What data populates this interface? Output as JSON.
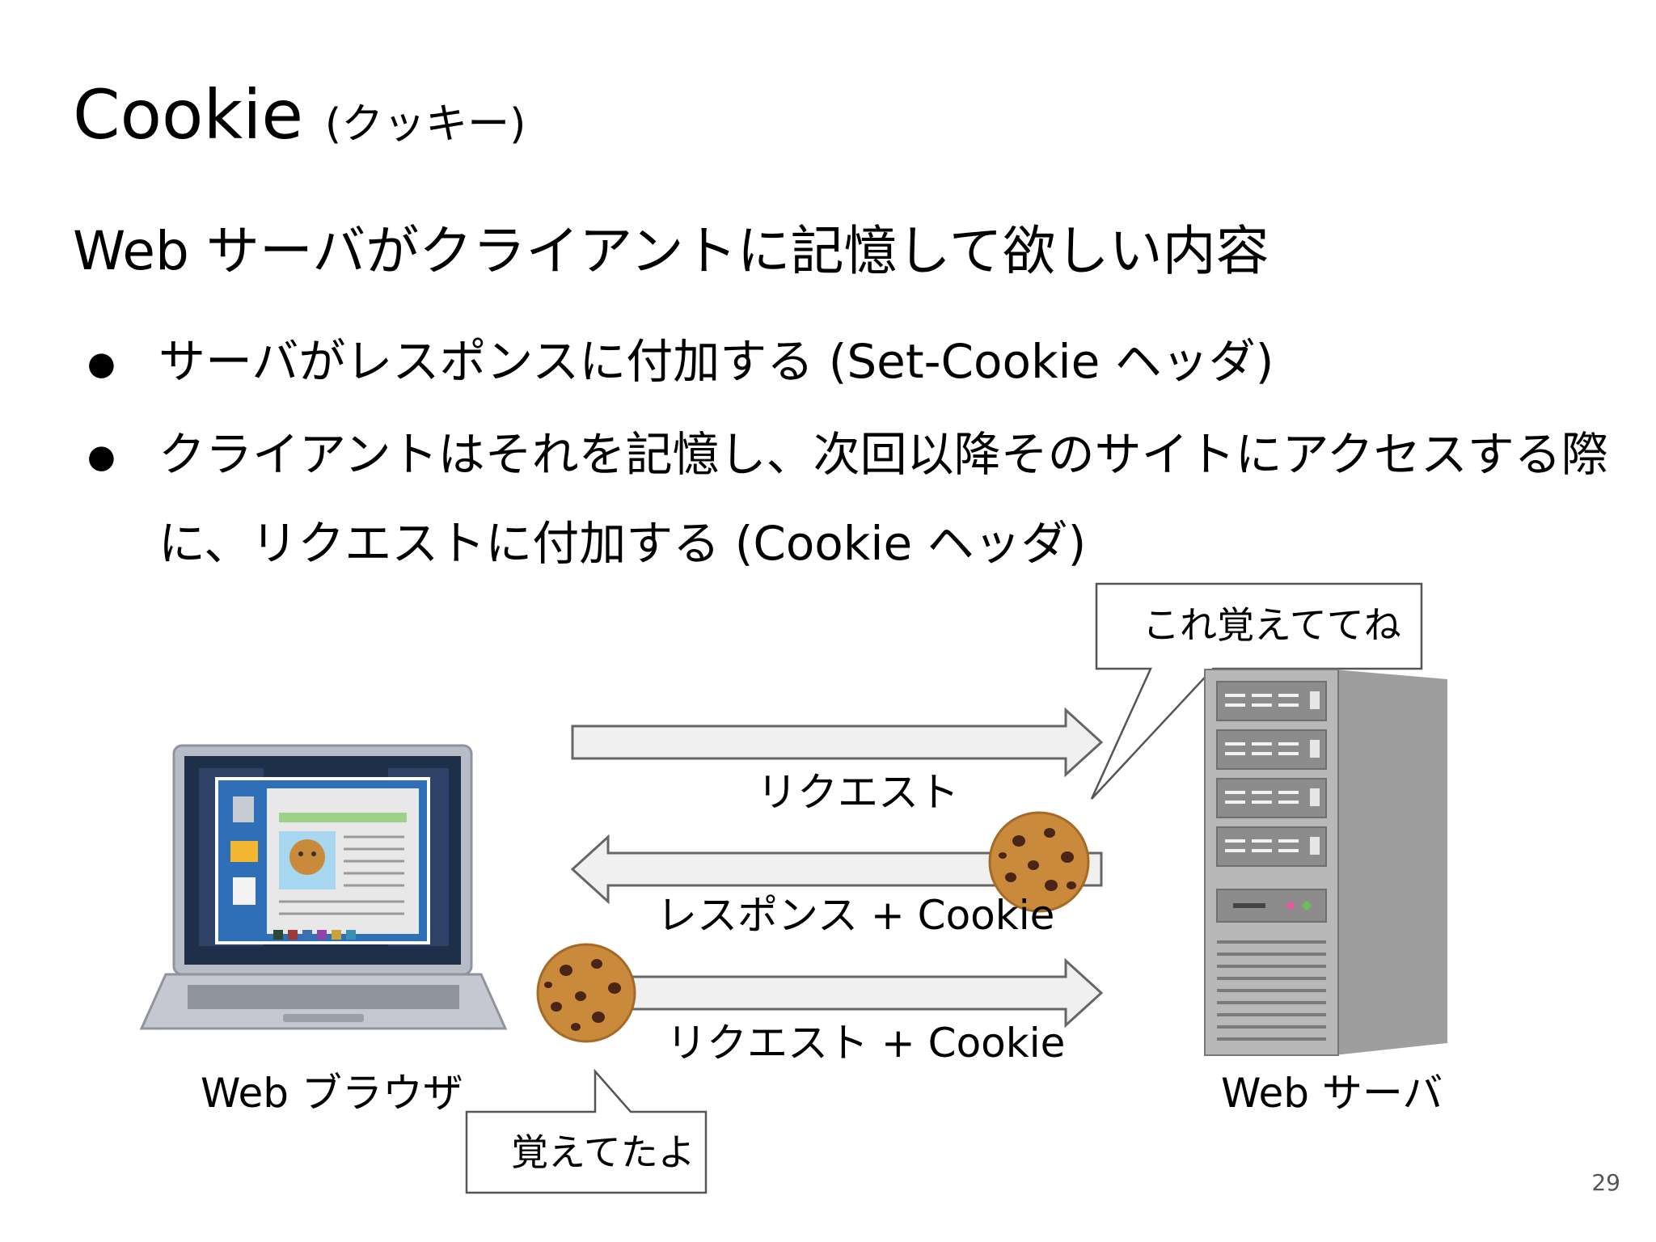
{
  "slide": {
    "title": "Cookie",
    "title_sub": "(クッキー)",
    "heading": "Web サーバがクライアントに記憶して欲しい内容",
    "bullets": [
      {
        "marker": "●",
        "line1": "サーバがレスポンスに付加する (Set-Cookie ヘッダ)"
      },
      {
        "marker": "●",
        "line1": "クライアントはそれを記憶し、次回以降そのサイトにアクセスする際",
        "line2": "に、リクエストに付加する (Cookie ヘッダ)"
      }
    ],
    "page_number": "29"
  },
  "diagram": {
    "client_label": "Web ブラウザ",
    "server_label": "Web サーバ",
    "arrow_request": "リクエスト",
    "arrow_response": "レスポンス + Cookie",
    "arrow_request_cookie": "リクエスト + Cookie",
    "bubble_server": "これ覚えててね",
    "bubble_client": "覚えてたよ",
    "colors": {
      "arrow_fill": "#f0f0f0",
      "arrow_stroke": "#666666",
      "cookie": "#c98a3c",
      "chip": "#4a2416",
      "server": "#a9a9a9",
      "laptop_body": "#b8bcc6",
      "screen": "#1e2f4a"
    }
  }
}
